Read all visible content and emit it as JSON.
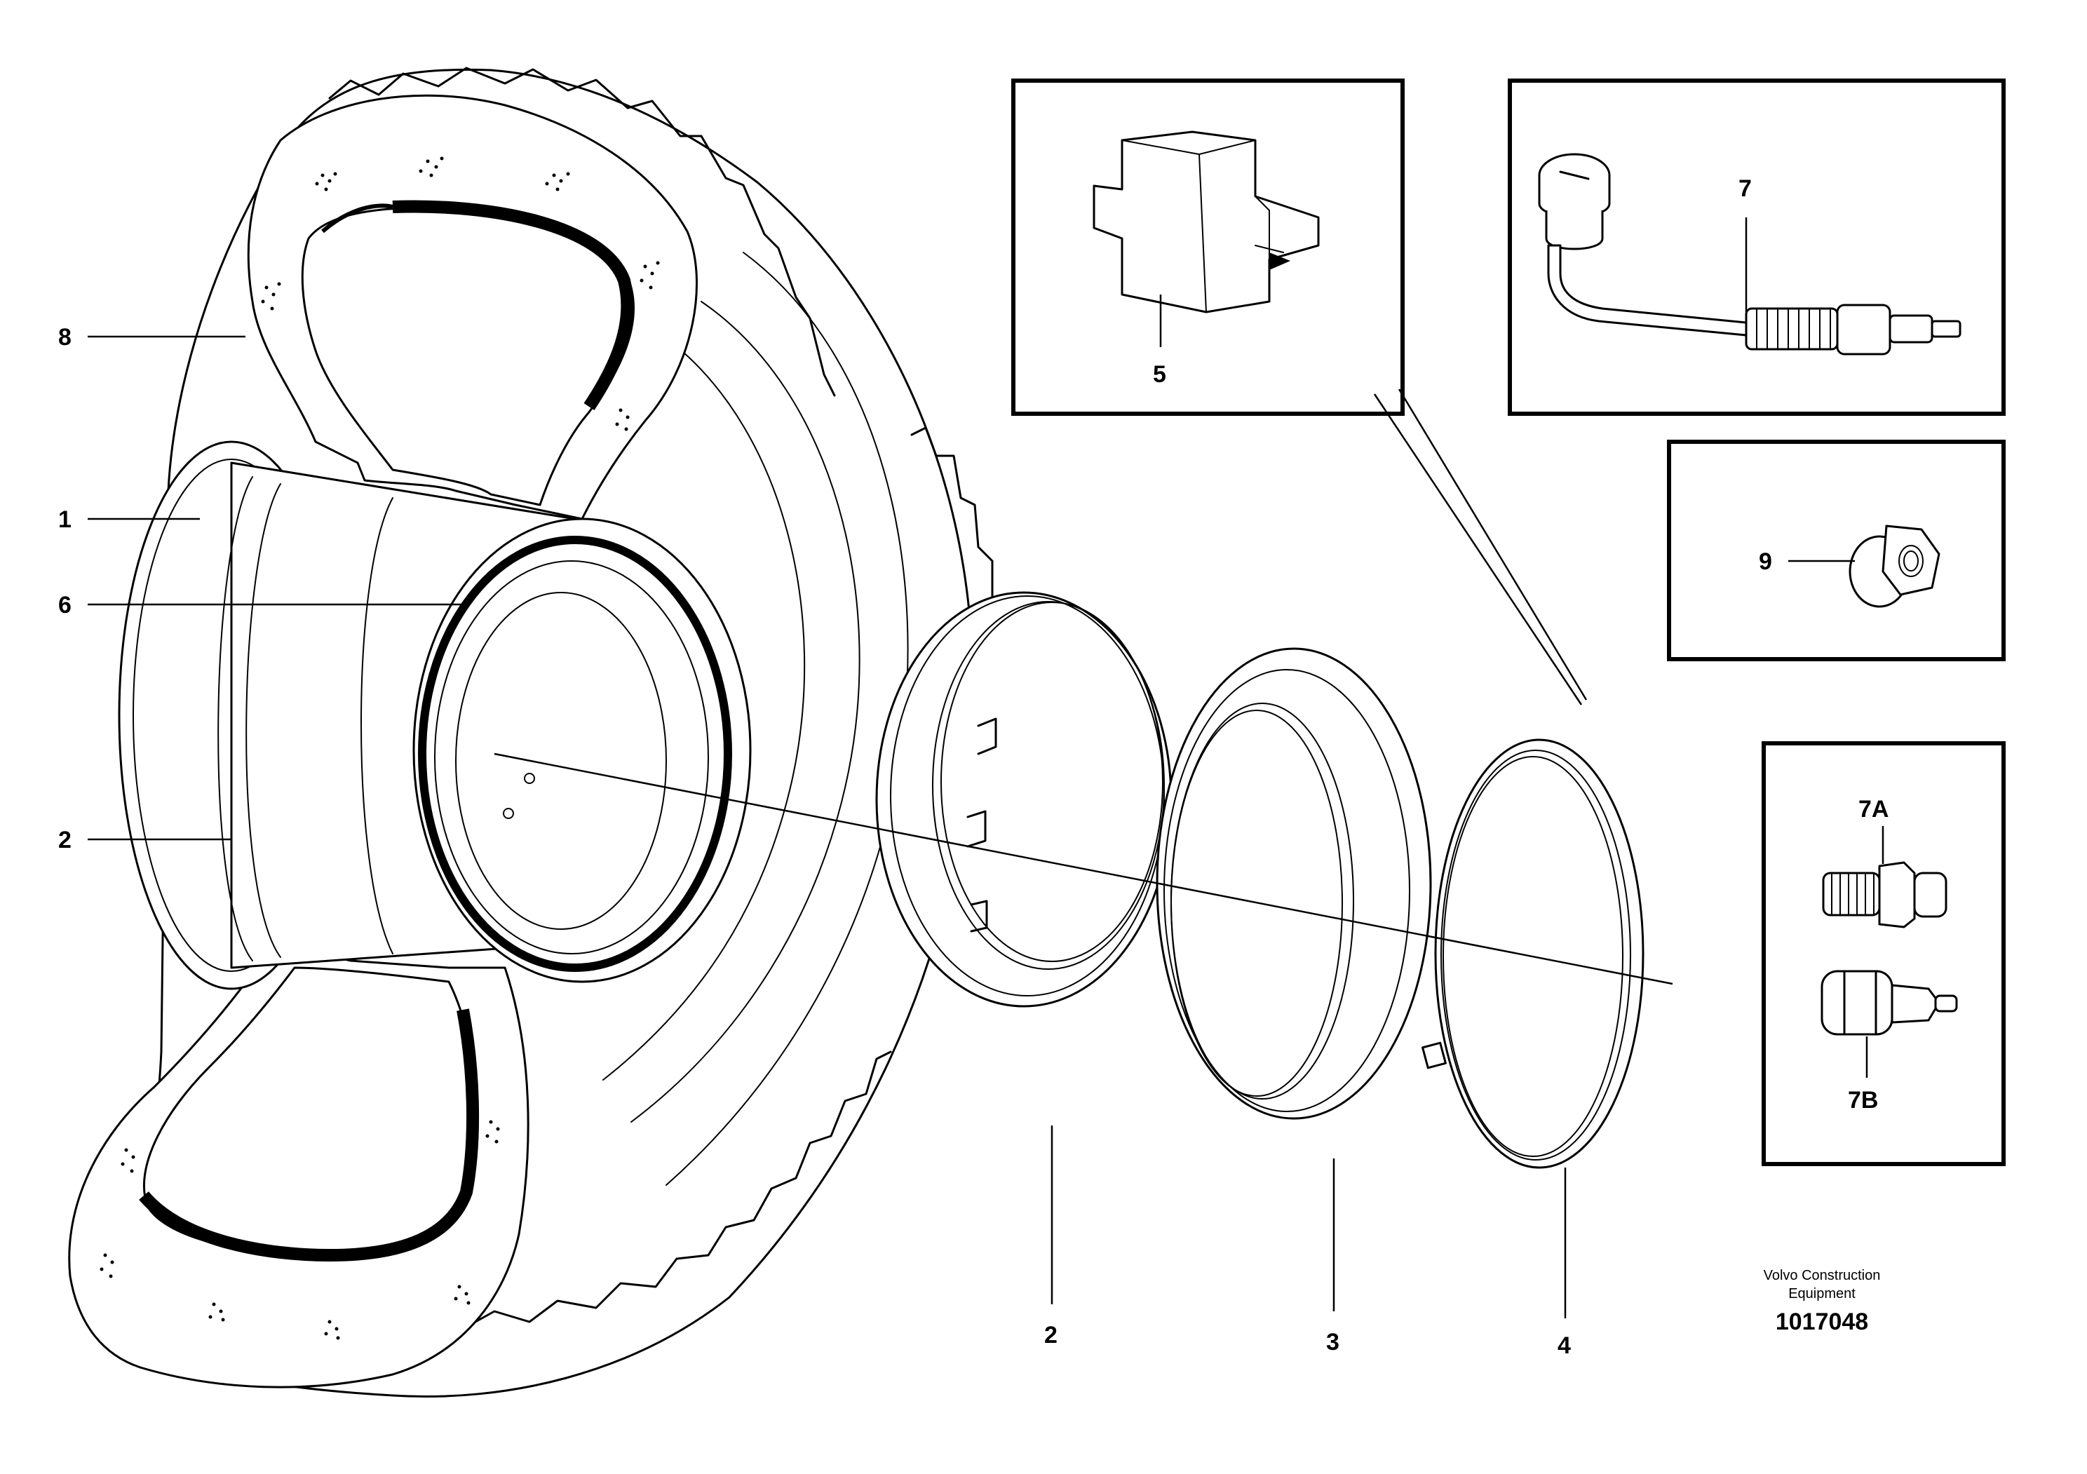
{
  "callouts": {
    "c1": "1",
    "c2_left": "2",
    "c2_bottom": "2",
    "c3": "3",
    "c4": "4",
    "c5": "5",
    "c6": "6",
    "c7": "7",
    "c7a": "7A",
    "c7b": "7B",
    "c8": "8",
    "c9": "9"
  },
  "caption": {
    "line1": "Volvo Construction",
    "line2": "Equipment",
    "doc_number": "1017048"
  }
}
